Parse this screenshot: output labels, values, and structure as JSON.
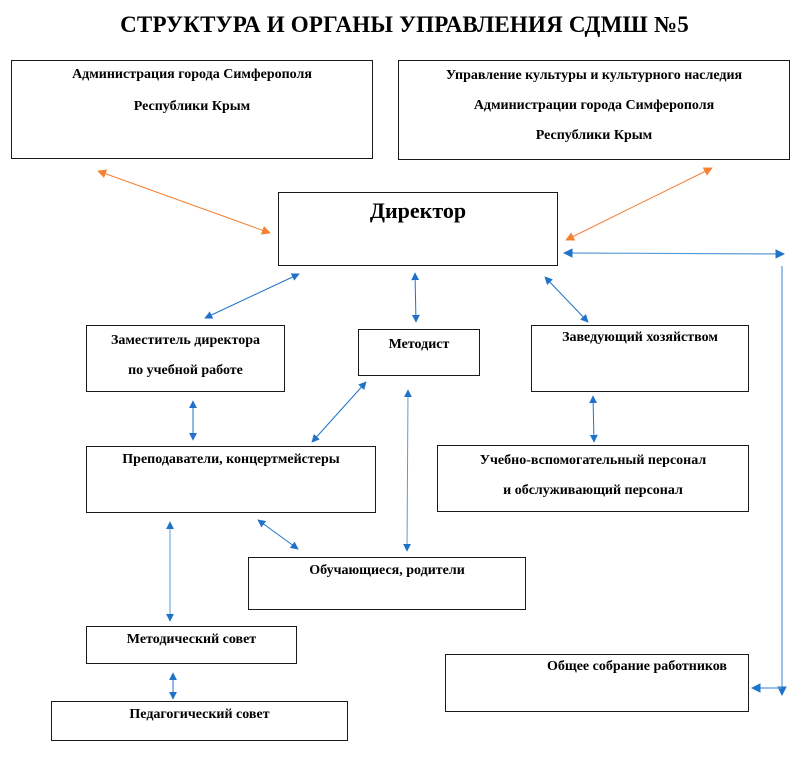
{
  "title": "СТРУКТУРА И ОРГАНЫ УПРАВЛЕНИЯ СДМШ №5",
  "colors": {
    "orange_arrow": "#f58232",
    "blue_arrow": "#1f72c8",
    "blue_line": "#5b9bd5",
    "border": "#1a1a1a"
  },
  "nodes": {
    "admin_city": {
      "lines": [
        "Администрация города Симферополя",
        "Республики Крым"
      ]
    },
    "culture_dept": {
      "lines": [
        "Управление культуры и культурного наследия",
        "Администрации города Симферополя",
        "Республики Крым"
      ]
    },
    "director": {
      "lines": [
        "Директор"
      ]
    },
    "deputy_director": {
      "lines": [
        "Заместитель директора",
        "по учебной работе"
      ]
    },
    "methodist": {
      "lines": [
        "Методист"
      ]
    },
    "housekeeping_head": {
      "lines": [
        "Заведующий хозяйством"
      ]
    },
    "teachers": {
      "lines": [
        "Преподаватели, концертмейстеры"
      ]
    },
    "support_staff": {
      "lines": [
        "Учебно-вспомогательный персонал",
        "и обслуживающий персонал"
      ]
    },
    "students_parents": {
      "lines": [
        "Обучающиеся, родители"
      ]
    },
    "methodical_council": {
      "lines": [
        "Методический совет"
      ]
    },
    "pedagogical_council": {
      "lines": [
        "Педагогический совет"
      ]
    },
    "general_meeting": {
      "lines": [
        "Общее собрание работников"
      ]
    }
  },
  "connections": [
    {
      "from": "admin_city",
      "to": "director",
      "color": "orange",
      "type": "bidirectional"
    },
    {
      "from": "culture_dept",
      "to": "director",
      "color": "orange",
      "type": "bidirectional"
    },
    {
      "from": "director",
      "to": "deputy_director",
      "color": "blue",
      "type": "bidirectional"
    },
    {
      "from": "director",
      "to": "methodist",
      "color": "blue",
      "type": "bidirectional"
    },
    {
      "from": "director",
      "to": "housekeeping_head",
      "color": "blue",
      "type": "bidirectional"
    },
    {
      "from": "director",
      "to": "general_meeting",
      "color": "blue",
      "type": "bidirectional"
    },
    {
      "from": "deputy_director",
      "to": "teachers",
      "color": "blue",
      "type": "bidirectional"
    },
    {
      "from": "methodist",
      "to": "teachers",
      "color": "blue",
      "type": "bidirectional"
    },
    {
      "from": "methodist",
      "to": "students_parents",
      "color": "blue",
      "type": "bidirectional"
    },
    {
      "from": "housekeeping_head",
      "to": "support_staff",
      "color": "blue",
      "type": "bidirectional"
    },
    {
      "from": "teachers",
      "to": "students_parents",
      "color": "blue",
      "type": "bidirectional"
    },
    {
      "from": "teachers",
      "to": "methodical_council",
      "color": "blue",
      "type": "bidirectional"
    },
    {
      "from": "methodical_council",
      "to": "pedagogical_council",
      "color": "blue",
      "type": "bidirectional"
    }
  ]
}
